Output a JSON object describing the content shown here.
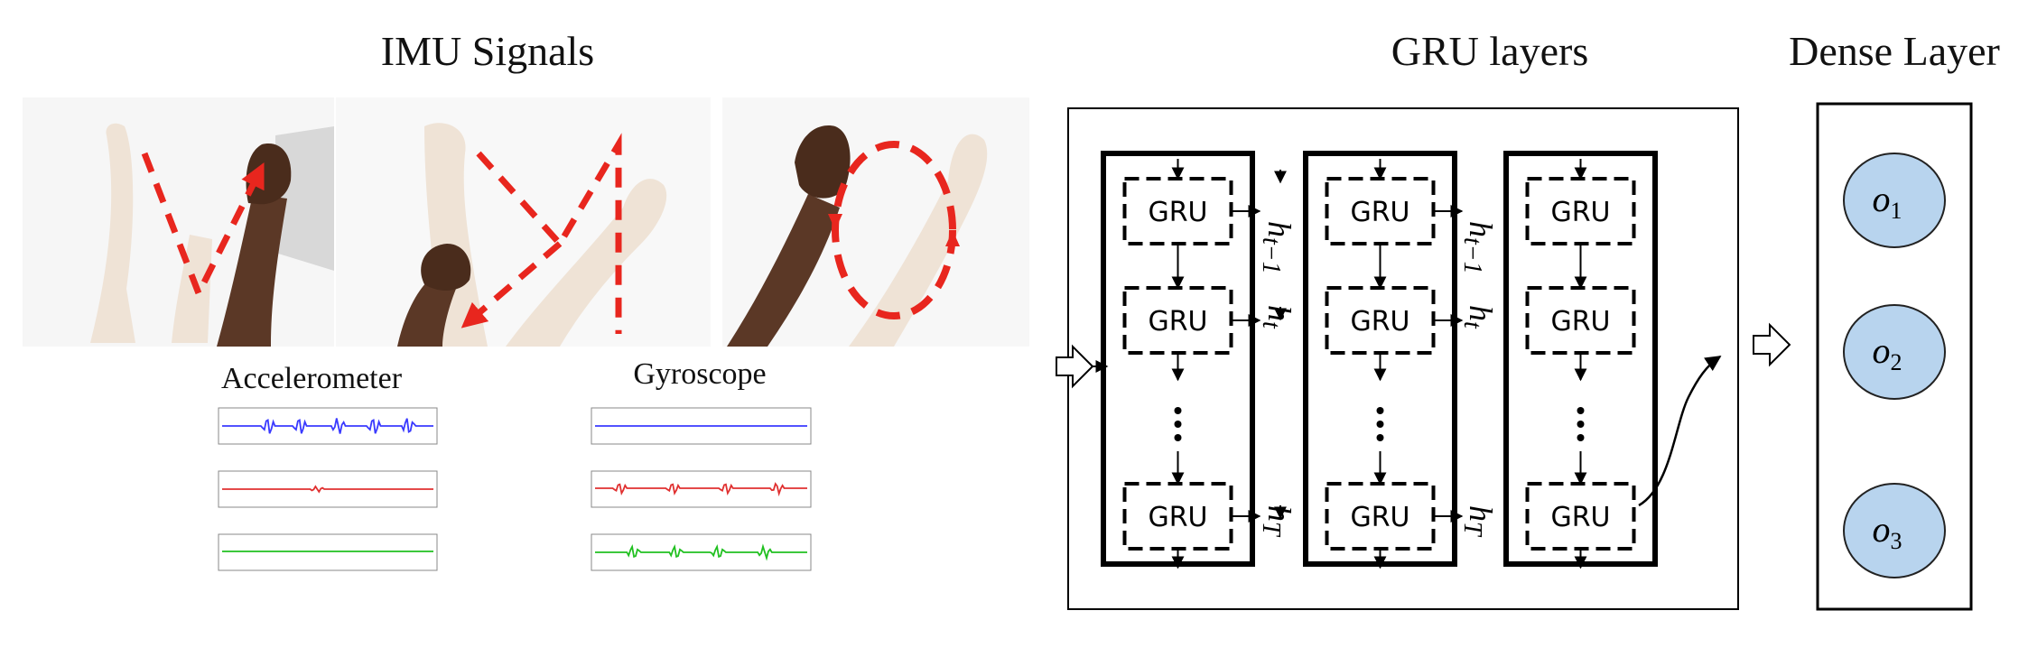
{
  "titles": {
    "imu": "IMU Signals",
    "gru": "GRU layers",
    "dense": "Dense Layer"
  },
  "sensors": {
    "accelerometer": "Accelerometer",
    "gyroscope": "Gyroscope"
  },
  "gru_cell_label": "GRU",
  "hidden_states": [
    {
      "base": "h",
      "sub": "t−1"
    },
    {
      "base": "h",
      "sub": "t"
    },
    {
      "base": "h",
      "sub": "T"
    }
  ],
  "outputs": [
    {
      "base": "o",
      "sub": "1"
    },
    {
      "base": "o",
      "sub": "2"
    },
    {
      "base": "o",
      "sub": "3"
    }
  ],
  "colors": {
    "gesture_path": "#e8261e",
    "accel_x": "#3a3aff",
    "accel_y": "#e03030",
    "accel_z": "#20c020",
    "gyro_x": "#3a3aff",
    "gyro_y": "#e03030",
    "gyro_z": "#20c020",
    "output_node_fill": "#b8d4ee",
    "skin_dark": "#5b3826",
    "skin_light": "#efe3d6"
  },
  "icons": [
    "right-arrow-icon",
    "ellipsis-icon"
  ]
}
